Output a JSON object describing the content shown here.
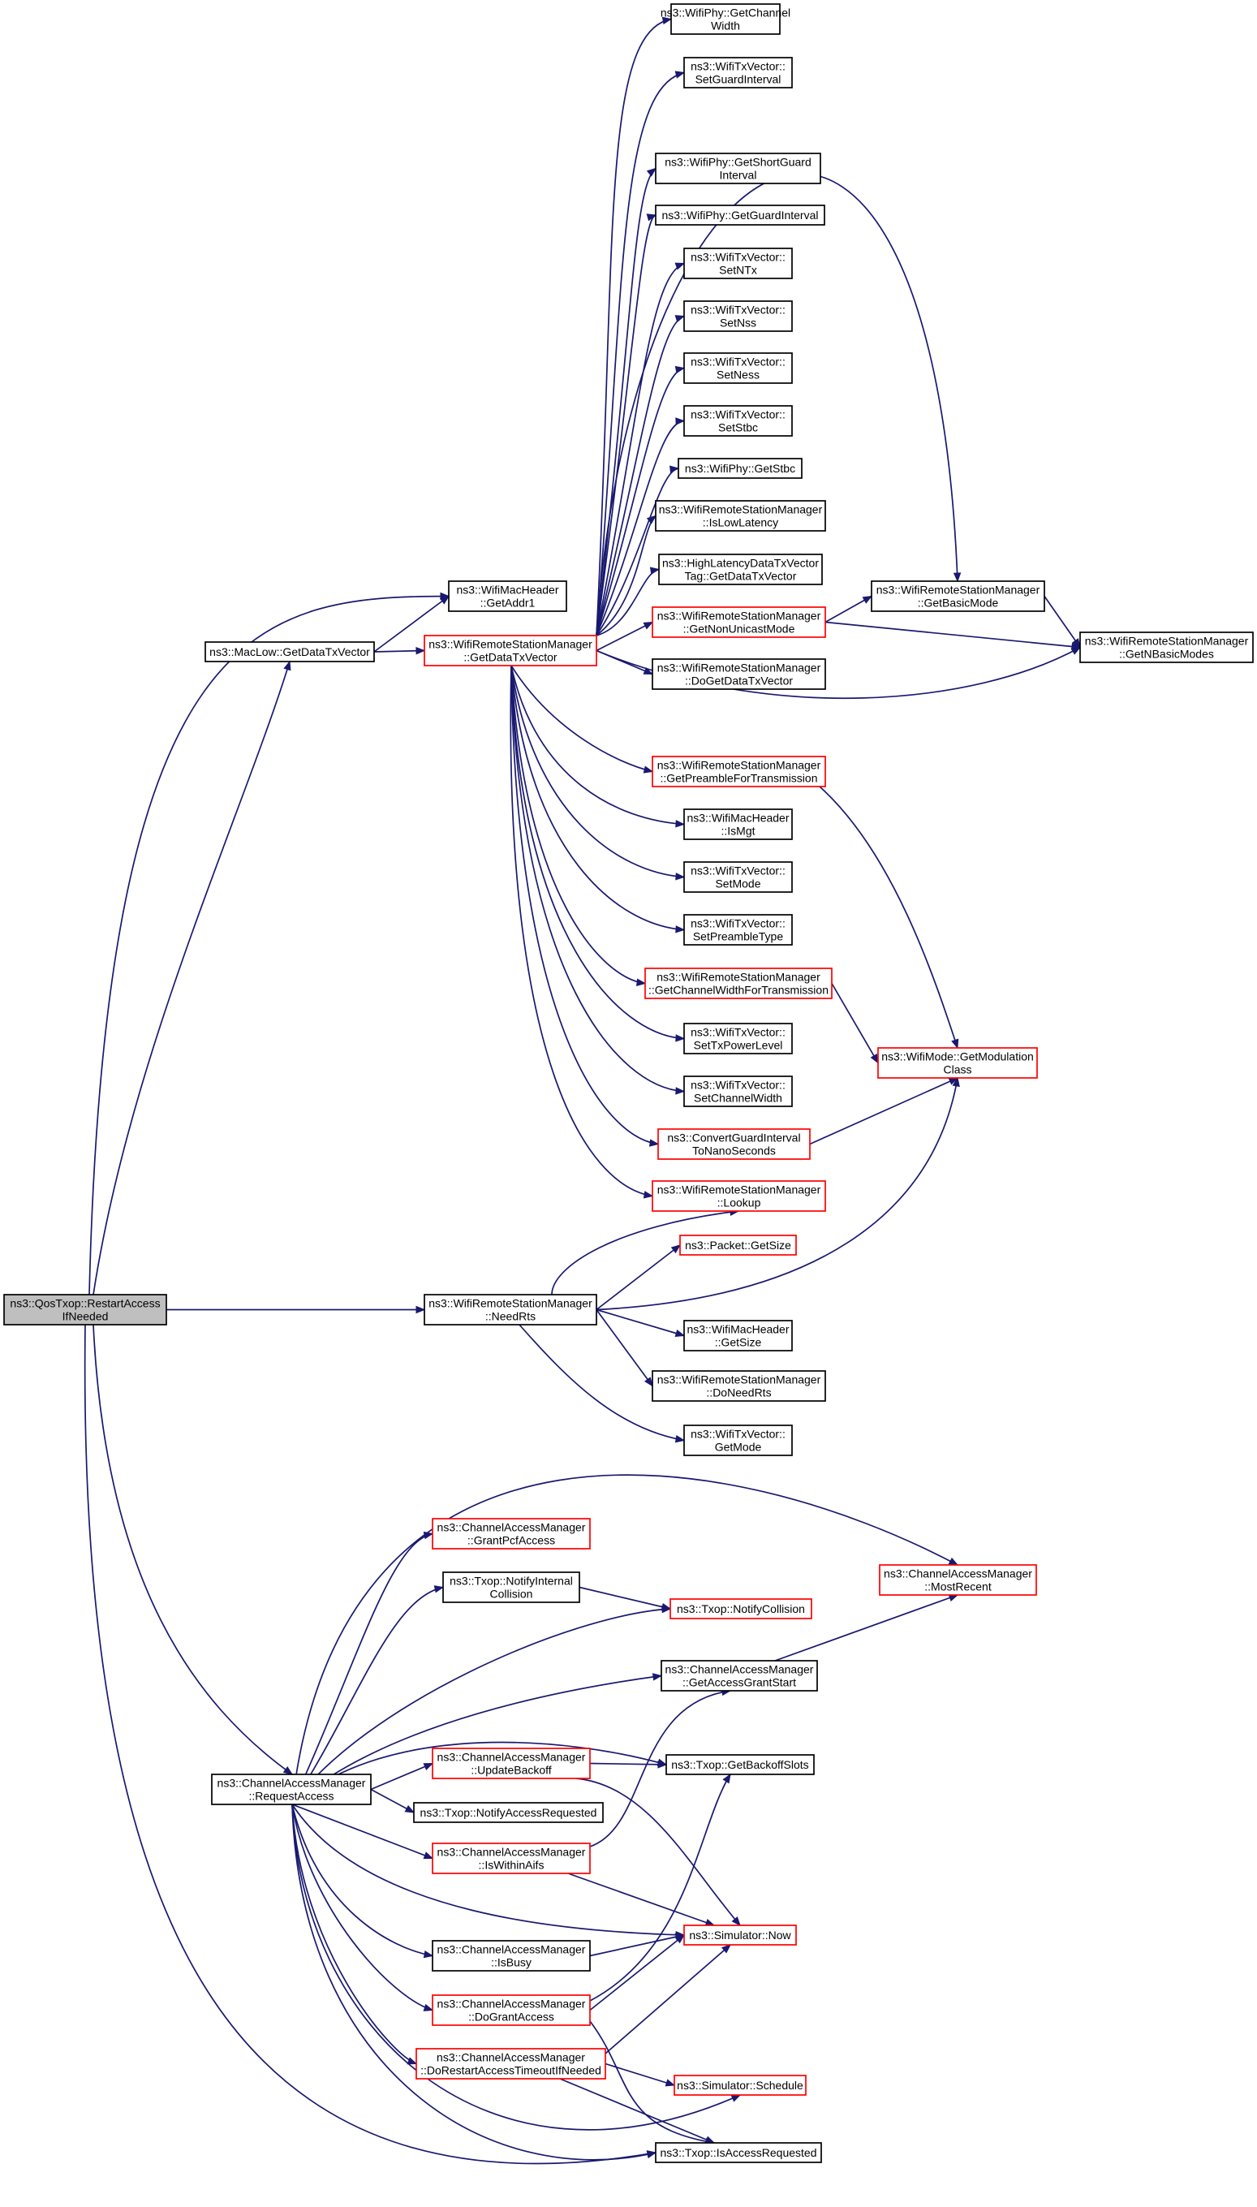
{
  "diagram": {
    "edge_color": "#191970",
    "node_border_default": "#000000",
    "node_border_incomplete": "#ff0000",
    "root_fill": "#bfbfbf",
    "nodes": [
      {
        "id": "root",
        "lines": [
          "ns3::QosTxop::RestartAccess",
          "IfNeeded"
        ],
        "style": "root"
      },
      {
        "id": "macaddr1",
        "lines": [
          "ns3::WifiMacHeader",
          "::GetAddr1"
        ],
        "style": "normal"
      },
      {
        "id": "maclowgdtv",
        "lines": [
          "ns3::MacLow::GetDataTxVector"
        ],
        "style": "normal"
      },
      {
        "id": "wrsmgdtv",
        "lines": [
          "ns3::WifiRemoteStationManager",
          "::GetDataTxVector"
        ],
        "style": "red"
      },
      {
        "id": "phygcw",
        "lines": [
          "ns3::WifiPhy::GetChannel",
          "Width"
        ],
        "style": "normal"
      },
      {
        "id": "txvsgi",
        "lines": [
          "ns3::WifiTxVector::",
          "SetGuardInterval"
        ],
        "style": "normal"
      },
      {
        "id": "phygsgi",
        "lines": [
          "ns3::WifiPhy::GetShortGuard",
          "Interval"
        ],
        "style": "normal"
      },
      {
        "id": "phyggi",
        "lines": [
          "ns3::WifiPhy::GetGuardInterval"
        ],
        "style": "normal"
      },
      {
        "id": "txvsntx",
        "lines": [
          "ns3::WifiTxVector::",
          "SetNTx"
        ],
        "style": "normal"
      },
      {
        "id": "txvsnss",
        "lines": [
          "ns3::WifiTxVector::",
          "SetNss"
        ],
        "style": "normal"
      },
      {
        "id": "txvsness",
        "lines": [
          "ns3::WifiTxVector::",
          "SetNess"
        ],
        "style": "normal"
      },
      {
        "id": "txvsstbc",
        "lines": [
          "ns3::WifiTxVector::",
          "SetStbc"
        ],
        "style": "normal"
      },
      {
        "id": "phygstbc",
        "lines": [
          "ns3::WifiPhy::GetStbc"
        ],
        "style": "normal"
      },
      {
        "id": "wrsmilowlat",
        "lines": [
          "ns3::WifiRemoteStationManager",
          "::IsLowLatency"
        ],
        "style": "normal"
      },
      {
        "id": "hldtvtag",
        "lines": [
          "ns3::HighLatencyDataTxVector",
          "Tag::GetDataTxVector"
        ],
        "style": "normal"
      },
      {
        "id": "wrsmgnum",
        "lines": [
          "ns3::WifiRemoteStationManager",
          "::GetNonUnicastMode"
        ],
        "style": "red"
      },
      {
        "id": "wrsmdogdtv",
        "lines": [
          "ns3::WifiRemoteStationManager",
          "::DoGetDataTxVector"
        ],
        "style": "normal"
      },
      {
        "id": "wrsmgbm",
        "lines": [
          "ns3::WifiRemoteStationManager",
          "::GetBasicMode"
        ],
        "style": "normal"
      },
      {
        "id": "wrsmgnbm",
        "lines": [
          "ns3::WifiRemoteStationManager",
          "::GetNBasicModes"
        ],
        "style": "normal"
      },
      {
        "id": "wrsmgpft",
        "lines": [
          "ns3::WifiRemoteStationManager",
          "::GetPreambleForTransmission"
        ],
        "style": "red"
      },
      {
        "id": "macismgt",
        "lines": [
          "ns3::WifiMacHeader",
          "::IsMgt"
        ],
        "style": "normal"
      },
      {
        "id": "txvsmode",
        "lines": [
          "ns3::WifiTxVector::",
          "SetMode"
        ],
        "style": "normal"
      },
      {
        "id": "txvspt",
        "lines": [
          "ns3::WifiTxVector::",
          "SetPreambleType"
        ],
        "style": "normal"
      },
      {
        "id": "wrsmgcwft",
        "lines": [
          "ns3::WifiRemoteStationManager",
          "::GetChannelWidthForTransmission"
        ],
        "style": "red"
      },
      {
        "id": "txvstpl",
        "lines": [
          "ns3::WifiTxVector::",
          "SetTxPowerLevel"
        ],
        "style": "normal"
      },
      {
        "id": "txvscw",
        "lines": [
          "ns3::WifiTxVector::",
          "SetChannelWidth"
        ],
        "style": "normal"
      },
      {
        "id": "modegmc",
        "lines": [
          "ns3::WifiMode::GetModulation",
          "Class"
        ],
        "style": "red"
      },
      {
        "id": "cgitns",
        "lines": [
          "ns3::ConvertGuardInterval",
          "ToNanoSeconds"
        ],
        "style": "red"
      },
      {
        "id": "wrsmlookup",
        "lines": [
          "ns3::WifiRemoteStationManager",
          "::Lookup"
        ],
        "style": "red"
      },
      {
        "id": "pktgetsize",
        "lines": [
          "ns3::Packet::GetSize"
        ],
        "style": "red"
      },
      {
        "id": "wrsmneedrts",
        "lines": [
          "ns3::WifiRemoteStationManager",
          "::NeedRts"
        ],
        "style": "normal"
      },
      {
        "id": "macgetsize",
        "lines": [
          "ns3::WifiMacHeader",
          "::GetSize"
        ],
        "style": "normal"
      },
      {
        "id": "wrsmdoneedrts",
        "lines": [
          "ns3::WifiRemoteStationManager",
          "::DoNeedRts"
        ],
        "style": "normal"
      },
      {
        "id": "txvgetmode",
        "lines": [
          "ns3::WifiTxVector::",
          "GetMode"
        ],
        "style": "normal"
      },
      {
        "id": "camgpa",
        "lines": [
          "ns3::ChannelAccessManager",
          "::GrantPcfAccess"
        ],
        "style": "red"
      },
      {
        "id": "camrecent",
        "lines": [
          "ns3::ChannelAccessManager",
          "::MostRecent"
        ],
        "style": "red"
      },
      {
        "id": "txopnic",
        "lines": [
          "ns3::Txop::NotifyInternal",
          "Collision"
        ],
        "style": "normal"
      },
      {
        "id": "txopnc",
        "lines": [
          "ns3::Txop::NotifyCollision"
        ],
        "style": "red"
      },
      {
        "id": "camgags",
        "lines": [
          "ns3::ChannelAccessManager",
          "::GetAccessGrantStart"
        ],
        "style": "normal"
      },
      {
        "id": "camub",
        "lines": [
          "ns3::ChannelAccessManager",
          "::UpdateBackoff"
        ],
        "style": "red"
      },
      {
        "id": "txopgbs",
        "lines": [
          "ns3::Txop::GetBackoffSlots"
        ],
        "style": "normal"
      },
      {
        "id": "camra",
        "lines": [
          "ns3::ChannelAccessManager",
          "::RequestAccess"
        ],
        "style": "normal"
      },
      {
        "id": "txopnar",
        "lines": [
          "ns3::Txop::NotifyAccessRequested"
        ],
        "style": "normal"
      },
      {
        "id": "camiwa",
        "lines": [
          "ns3::ChannelAccessManager",
          "::IsWithinAifs"
        ],
        "style": "red"
      },
      {
        "id": "simnow",
        "lines": [
          "ns3::Simulator::Now"
        ],
        "style": "red"
      },
      {
        "id": "camisbusy",
        "lines": [
          "ns3::ChannelAccessManager",
          "::IsBusy"
        ],
        "style": "normal"
      },
      {
        "id": "camdga",
        "lines": [
          "ns3::ChannelAccessManager",
          "::DoGrantAccess"
        ],
        "style": "red"
      },
      {
        "id": "camdratin",
        "lines": [
          "ns3::ChannelAccessManager",
          "::DoRestartAccessTimeoutIfNeeded"
        ],
        "style": "red"
      },
      {
        "id": "simschedule",
        "lines": [
          "ns3::Simulator::Schedule"
        ],
        "style": "red"
      },
      {
        "id": "txopiar",
        "lines": [
          "ns3::Txop::IsAccessRequested"
        ],
        "style": "normal"
      }
    ]
  }
}
